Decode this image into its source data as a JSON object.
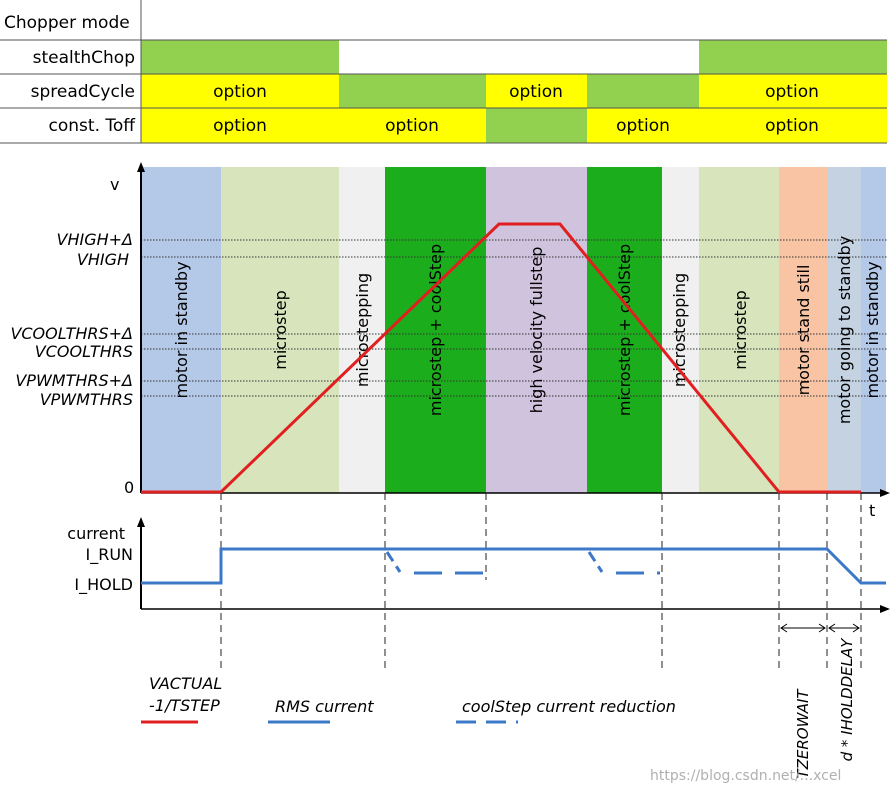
{
  "colors": {
    "stealth_green": "#92d050",
    "yellow": "#ffff00",
    "standby_blue": "#b4c8e8",
    "microstep_beige": "#d8e4bc",
    "light_gray": "#f0f0f0",
    "coolstep_green": "#1cad1c",
    "fullstep_purple": "#cfc3dd",
    "standstill_orange": "#f8c4a4",
    "going_standby_blue": "#c5d2e2",
    "velocity_red": "#e02020",
    "current_blue": "#3c78c8"
  },
  "chopper_table": {
    "header": "Chopper mode",
    "rows": [
      {
        "label": "stealthChop"
      },
      {
        "label": "spreadCycle"
      },
      {
        "label": "const. Toff"
      }
    ],
    "option_label": "option"
  },
  "velocity_axis": {
    "y_label": "v",
    "x_label": "t",
    "zero_label": "0",
    "thresholds": [
      {
        "label": "VHIGH+Δ",
        "italic": true
      },
      {
        "label": "VHIGH",
        "italic": true
      },
      {
        "label": "VCOOLTHRS+Δ",
        "italic": true
      },
      {
        "label": "VCOOLTHRS",
        "italic": true
      },
      {
        "label": "VPWMTHRS+Δ",
        "italic": true
      },
      {
        "label": "VPWMTHRS",
        "italic": true
      }
    ]
  },
  "phases": [
    {
      "label": "motor in standby"
    },
    {
      "label": "microstep"
    },
    {
      "label": "microstepping"
    },
    {
      "label": "microstep + coolStep"
    },
    {
      "label": "high velocity fullstep"
    },
    {
      "label": "microstep + coolStep"
    },
    {
      "label": "microstepping"
    },
    {
      "label": "microstep"
    },
    {
      "label": "motor stand still"
    },
    {
      "label": "motor going to standby"
    },
    {
      "label": "motor in standby"
    }
  ],
  "current_axis": {
    "y_label": "current",
    "run_label": "I_RUN",
    "hold_label": "I_HOLD"
  },
  "timing": {
    "tzerowait": "TZEROWAIT",
    "iholddelay": "d * IHOLDDELAY"
  },
  "legend": {
    "vactual_line1": "VACTUAL",
    "vactual_line2": "-1/TSTEP",
    "rms": "RMS current",
    "coolstep": "coolStep current reduction"
  },
  "watermark": "https://blog.csdn.net/...xcel"
}
